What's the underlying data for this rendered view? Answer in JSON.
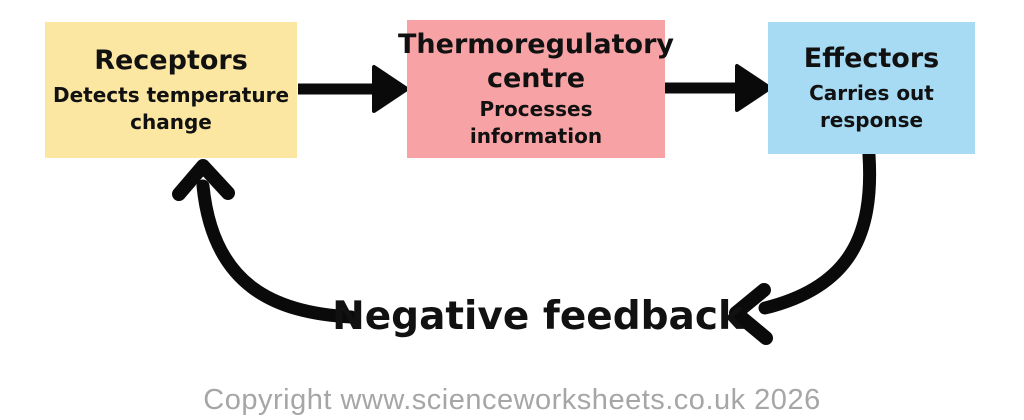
{
  "diagram": {
    "arrow_color": "#0a0a0a",
    "boxes": [
      {
        "title": "Receptors",
        "subtitle": "Detects temperature change",
        "color": "#fbe7a2"
      },
      {
        "title": "Thermoregulatory centre",
        "subtitle": "Processes information",
        "color": "#f7a3a6"
      },
      {
        "title": "Effectors",
        "subtitle": "Carries out response",
        "color": "#a7dbf4"
      }
    ],
    "feedback_label": "Negative feedback"
  },
  "footer": {
    "copyright": "Copyright www.scienceworksheets.co.uk 2026",
    "color": "#a6a6a6"
  }
}
